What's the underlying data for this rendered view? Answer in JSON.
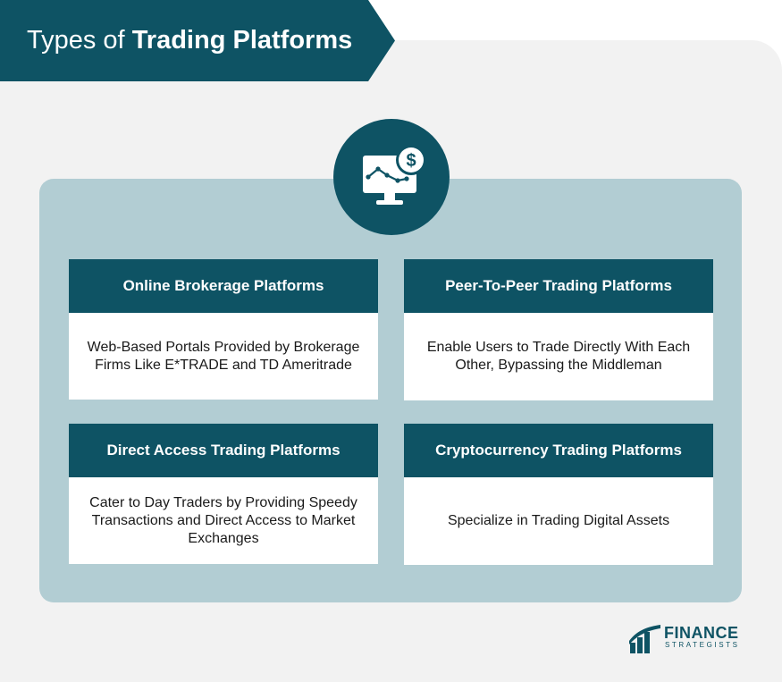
{
  "header": {
    "title_light": "Types of",
    "title_bold": "Trading Platforms"
  },
  "hero_icon": {
    "name": "monitor-dollar-icon"
  },
  "cards": [
    {
      "title": "Online Brokerage Platforms",
      "description": "Web-Based Portals Provided by Brokerage Firms Like E*TRADE and TD Ameritrade"
    },
    {
      "title": "Peer-To-Peer Trading Platforms",
      "description": "Enable Users to Trade Directly With Each Other, Bypassing the Middleman"
    },
    {
      "title": "Direct Access Trading Platforms",
      "description": "Cater to Day Traders by Providing Speedy Transactions and Direct Access to Market Exchanges"
    },
    {
      "title": "Cryptocurrency Trading Platforms",
      "description": "Specialize in Trading Digital Assets"
    }
  ],
  "logo": {
    "word": "FINANCE",
    "sub": "STRATEGISTS"
  },
  "colors": {
    "primary": "#0e5364",
    "panel": "#b2cdd3",
    "background": "#f2f2f2"
  }
}
